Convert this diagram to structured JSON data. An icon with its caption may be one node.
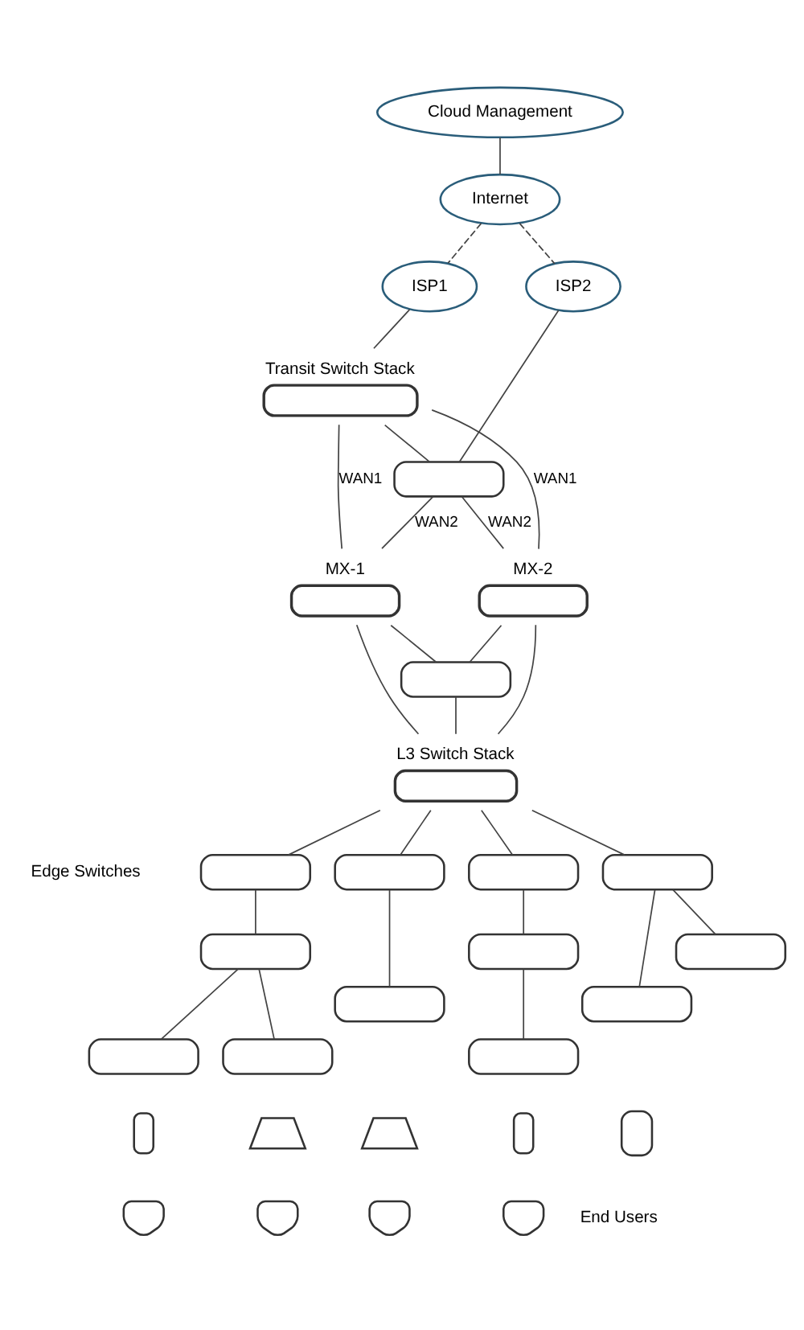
{
  "diagram": {
    "nodes": [
      {
        "text": [
          "Cloud Management"
        ]
      },
      {
        "text": [
          "Internet"
        ]
      },
      {
        "text": [
          "ISP1"
        ]
      },
      {
        "text": [
          "ISP2"
        ]
      },
      {
        "text": [],
        "shape": "box",
        "beside": [
          "Transit Switch Stack"
        ]
      },
      {
        "text": [],
        "shape": "box"
      },
      {
        "text": [],
        "shape": "box",
        "beside": [
          "MX-1"
        ]
      },
      {
        "text": [],
        "shape": "box",
        "beside": [
          "MX-2"
        ]
      },
      {
        "text": [],
        "shape": "box"
      },
      {
        "text": [],
        "shape": "box",
        "beside": [
          "L3 Switch Stack"
        ]
      },
      {
        "text": [],
        "shape": "box"
      },
      {
        "text": [],
        "shape": "box"
      },
      {
        "text": [],
        "shape": "box"
      },
      {
        "text": [],
        "shape": "box"
      },
      {
        "text": [],
        "shape": "box"
      },
      {
        "text": [],
        "shape": "box"
      },
      {
        "text": [],
        "shape": "box"
      },
      {
        "text": [],
        "shape": "box"
      },
      {
        "text": [],
        "shape": "box"
      },
      {
        "text": [],
        "shape": "box"
      },
      {
        "text": [],
        "shape": "box"
      },
      {
        "text": [],
        "shape": "box"
      },
      {
        "text": [],
        "shape": "phone"
      },
      {
        "text": [],
        "shape": "laptop"
      },
      {
        "text": [],
        "shape": "laptop"
      },
      {
        "text": [],
        "shape": "phone"
      },
      {
        "text": [],
        "shape": "tablet"
      },
      {
        "text": [],
        "shape": "person"
      },
      {
        "text": [],
        "shape": "person"
      },
      {
        "text": [],
        "shape": "person"
      },
      {
        "text": [],
        "shape": "person"
      }
    ],
    "edges": [
      {
        "from": 0,
        "to": 1,
        "arrow": "none"
      },
      {
        "from": 1,
        "to": 2,
        "arrow": "none",
        "style": "dashed"
      },
      {
        "from": 1,
        "to": 3,
        "arrow": "none",
        "style": "dashed"
      },
      {
        "from": 2,
        "to": 4,
        "arrow": "none"
      },
      {
        "from": 3,
        "to": 5,
        "arrow": "none"
      },
      {
        "from": 4,
        "to": 5,
        "arrow": "none"
      },
      {
        "from": 4,
        "to": 6,
        "arrow": "none",
        "label": "WAN1"
      },
      {
        "from": 5,
        "to": 6,
        "arrow": "none",
        "label": "WAN2"
      },
      {
        "from": 4,
        "to": 7,
        "arrow": "none",
        "label": "WAN1"
      },
      {
        "from": 5,
        "to": 7,
        "arrow": "none",
        "label": "WAN2"
      },
      {
        "from": 6,
        "to": 8,
        "arrow": "none"
      },
      {
        "from": 6,
        "to": 9,
        "arrow": "none"
      },
      {
        "from": 7,
        "to": 8,
        "arrow": "none"
      },
      {
        "from": 7,
        "to": 9,
        "arrow": "none"
      },
      {
        "from": 8,
        "to": 9,
        "arrow": "none"
      },
      {
        "from": 9,
        "to": 10,
        "arrow": "none"
      },
      {
        "from": 9,
        "to": 12,
        "arrow": "none"
      },
      {
        "from": 9,
        "to": 13,
        "arrow": "none"
      },
      {
        "from": 9,
        "to": 15,
        "arrow": "none"
      },
      {
        "from": 10,
        "to": 11,
        "arrow": "none"
      },
      {
        "from": 13,
        "to": 14,
        "arrow": "none"
      },
      {
        "from": 11,
        "to": 16,
        "arrow": "none"
      },
      {
        "from": 11,
        "to": 17,
        "arrow": "none"
      },
      {
        "from": 12,
        "to": 18,
        "arrow": "none"
      },
      {
        "from": 14,
        "to": 19,
        "arrow": "none"
      },
      {
        "from": 15,
        "to": 20,
        "arrow": "none"
      },
      {
        "from": 15,
        "to": 21,
        "arrow": "none"
      }
    ],
    "labels": [
      "Edge Switches",
      "End Users"
    ]
  }
}
